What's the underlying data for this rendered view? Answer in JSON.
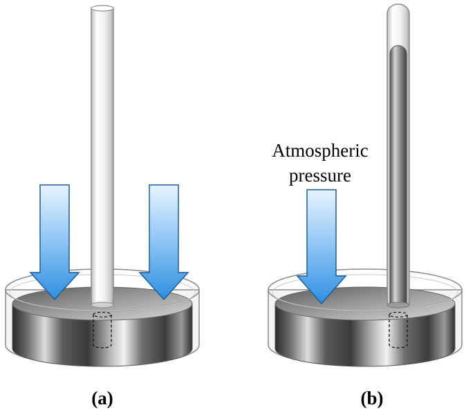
{
  "panels": [
    {
      "label": "(a)"
    },
    {
      "label": "(b)"
    }
  ],
  "annotation": {
    "line1": "Atmospheric",
    "line2": "pressure"
  },
  "colors": {
    "arrow_top": "#e8f4ff",
    "arrow_bottom": "#2f8fe0",
    "mercury_dark": "#3a3a3a",
    "mercury_light": "#e6e6e6",
    "glass": "#f4f4f4"
  },
  "icons": [
    "down-arrow-icon"
  ]
}
